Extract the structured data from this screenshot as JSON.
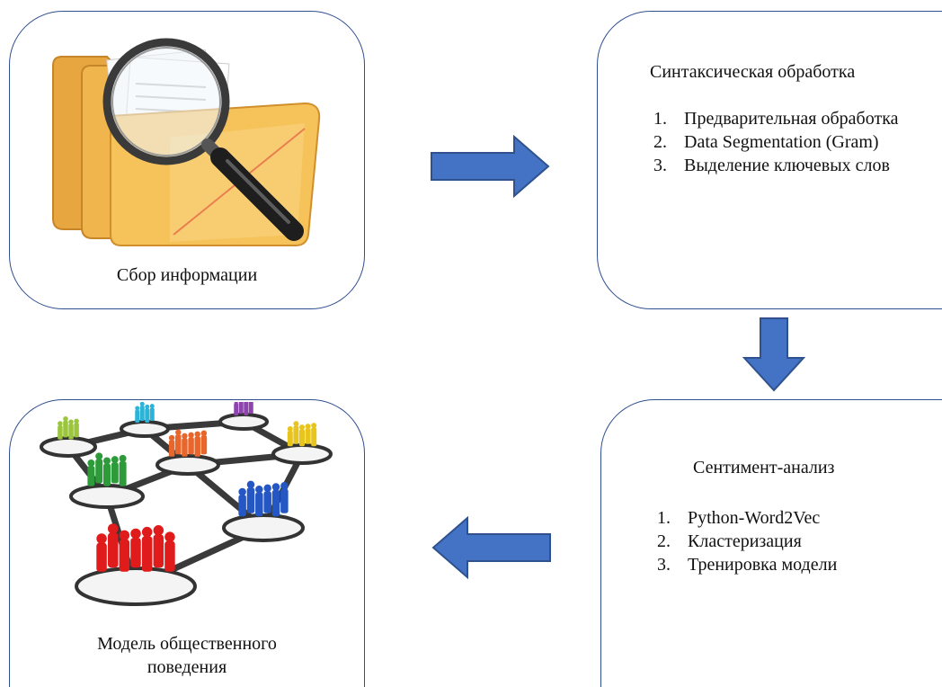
{
  "collect": {
    "caption": "Сбор информации"
  },
  "syntax": {
    "title": "Синтаксическая обработка",
    "steps": [
      {
        "num": "1.",
        "text": "Предварительная обработка"
      },
      {
        "num": "2.",
        "text": "Data Segmentation (Gram)"
      },
      {
        "num": "3.",
        "text": "Выделение ключевых слов"
      }
    ]
  },
  "sentiment": {
    "title": "Сентимент-анализ",
    "steps": [
      {
        "num": "1.",
        "text": "Python-Word2Vec"
      },
      {
        "num": "2.",
        "text": "Кластеризация"
      },
      {
        "num": "3.",
        "text": "Тренировка модели"
      }
    ]
  },
  "model": {
    "caption_line1": "Модель общественного",
    "caption_line2": "поведения"
  },
  "colors": {
    "arrow_fill": "#4472c4",
    "arrow_stroke": "#2f528f",
    "box_border": "#2f4f8f"
  },
  "icons": {
    "collect": "folder-magnifier-icon",
    "model": "social-network-people-icon"
  }
}
